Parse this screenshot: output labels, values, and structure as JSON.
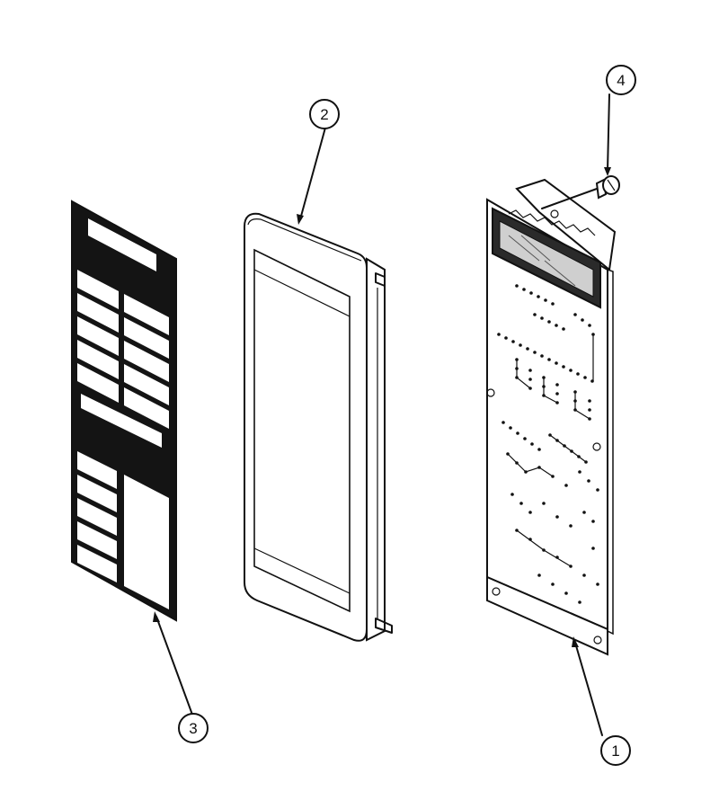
{
  "callouts": [
    {
      "id": "callout-1",
      "label": "1"
    },
    {
      "id": "callout-2",
      "label": "2"
    },
    {
      "id": "callout-3",
      "label": "3"
    },
    {
      "id": "callout-4",
      "label": "4"
    }
  ],
  "parts": {
    "control_board": {
      "callout": "1"
    },
    "control_panel_frame": {
      "callout": "2"
    },
    "keypad_overlay": {
      "callout": "3"
    },
    "screw": {
      "callout": "4"
    }
  },
  "colors": {
    "ink": "#111111",
    "paper": "#ffffff"
  }
}
